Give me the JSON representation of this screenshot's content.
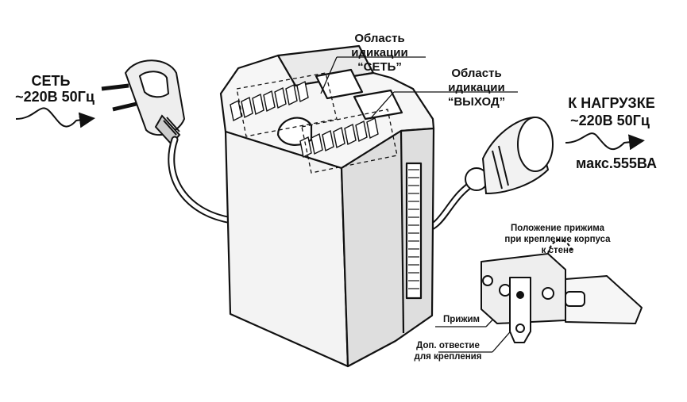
{
  "input": {
    "title": "СЕТЬ",
    "spec": "~220В 50Гц"
  },
  "output": {
    "title": "К НАГРУЗКЕ",
    "spec": "~220В 50Гц",
    "max": "макс.555ВА"
  },
  "indicators": {
    "net_line1": "Область",
    "net_line2": "идикации",
    "net_line3": "“СЕТЬ”",
    "out_line1": "Область",
    "out_line2": "идикации",
    "out_line3": "“ВЫХОД”"
  },
  "clamp": {
    "caption_line1": "Положение прижима",
    "caption_line2": "при крепление корпуса",
    "caption_line3": "к стене",
    "label": "Прижим",
    "hole_line1": "Доп. отвестие",
    "hole_line2": "для крепления"
  },
  "colors": {
    "line": "#111111",
    "body": "#f4f4f4",
    "shade": "#d8d8d8"
  }
}
